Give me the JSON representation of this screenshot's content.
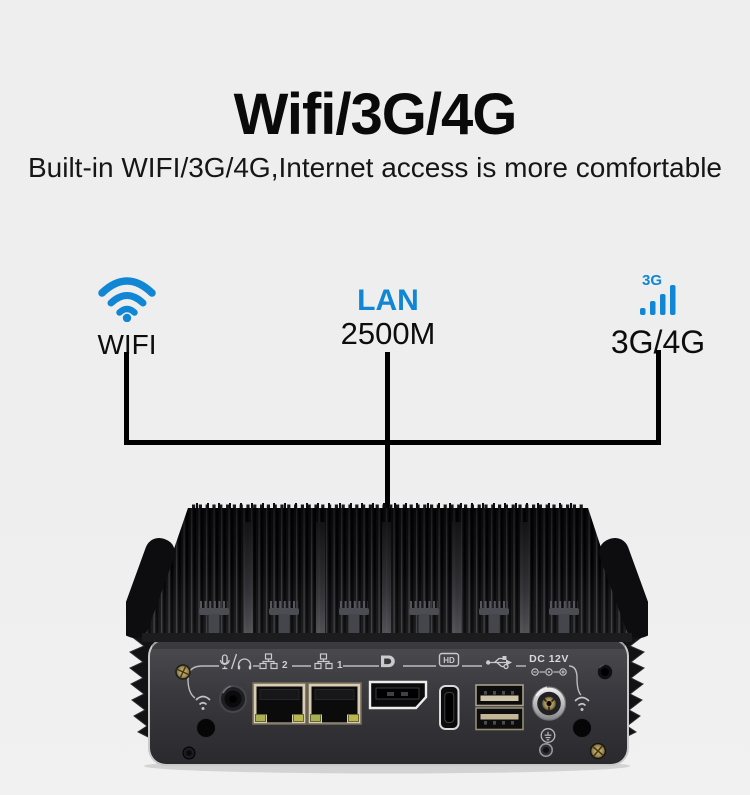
{
  "page": {
    "background": "#eeeeee"
  },
  "header": {
    "title": "Wifi/3G/4G",
    "subtitle": "Built-in WIFI/3G/4G,Internet access is more comfortable"
  },
  "features": {
    "wifi": {
      "icon": "wifi-icon",
      "label": "WIFI"
    },
    "lan": {
      "heading": "LAN",
      "value": "2500M"
    },
    "cellular": {
      "icon": "signal-bars-icon",
      "badge": "3G",
      "label": "3G/4G"
    }
  },
  "colors": {
    "accent_blue": "#1086d4",
    "connector_line": "#000000",
    "heading_text": "#0a0a0a",
    "device_panel": "#38383d"
  },
  "device": {
    "port_labels": {
      "lan2": "2",
      "lan1": "1",
      "power": "DC 12V",
      "hdmi_badge": "HD"
    },
    "icons": [
      "mic-headphone-icon",
      "ethernet-icon",
      "displayport-icon",
      "hdmi-icon",
      "usb-icon",
      "dc-polarity-icon",
      "wifi-antenna-icon",
      "ground-icon"
    ]
  }
}
